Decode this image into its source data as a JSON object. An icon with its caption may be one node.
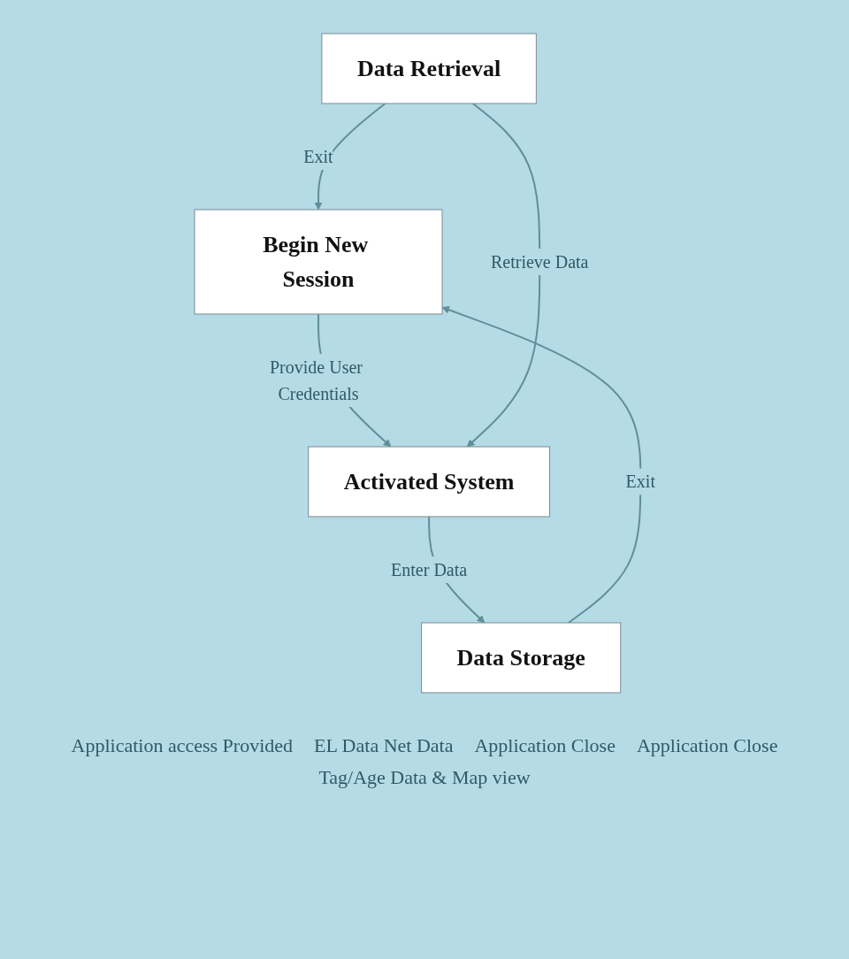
{
  "diagram": {
    "nodes": [
      {
        "text": [
          "Begin New Session"
        ]
      },
      {
        "text": [
          "Activated System"
        ]
      },
      {
        "text": [
          "Data Storage"
        ]
      },
      {
        "text": [
          "Data Retrieval"
        ]
      }
    ],
    "edges": [
      {
        "from": 0,
        "to": 1,
        "arrow": "to",
        "label": "Provide User Credentials"
      },
      {
        "from": 1,
        "to": 2,
        "arrow": "to",
        "label": "Enter Data"
      },
      {
        "from": 2,
        "to": 0,
        "arrow": "to",
        "label": "Exit"
      },
      {
        "from": 3,
        "to": 0,
        "arrow": "to",
        "label": "Exit"
      },
      {
        "from": 3,
        "to": 1,
        "arrow": "to",
        "label": "Retrieve Data"
      }
    ],
    "labels": [
      "Application access Provided",
      "EL Data Net Data",
      "Application Close",
      "Application Close",
      "Tag/Age Data & Map view"
    ]
  }
}
